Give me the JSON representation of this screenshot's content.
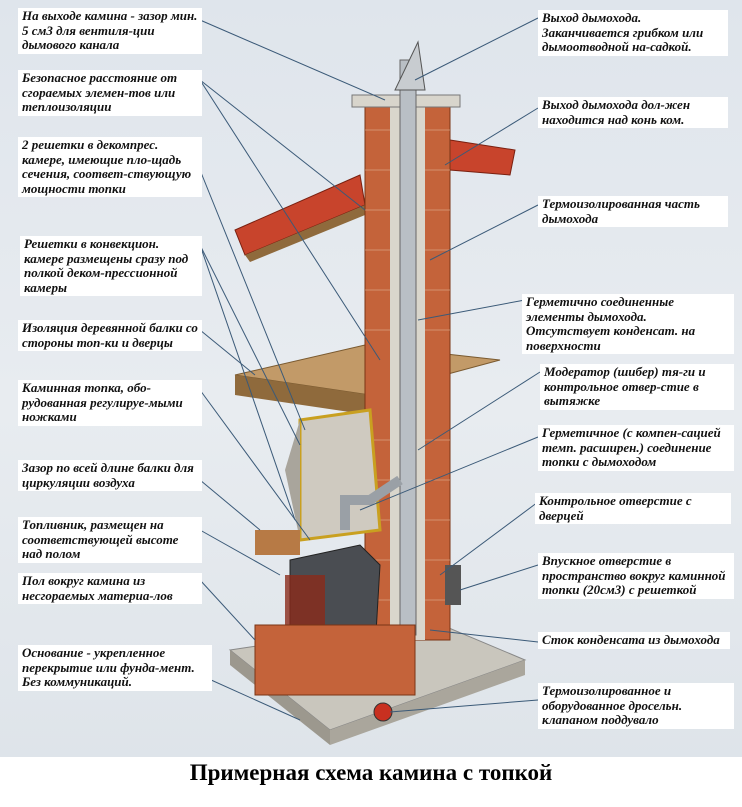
{
  "title": "Примерная схема камина с топкой",
  "left_labels": [
    "На выходе камина - зазор мин. 5 см3 для вентиля-ции дымового канала",
    "Безопасное расстояние от сгораемых элемен-тов или теплоизоляции",
    "2 решетки в декомпрес. камере, имеющие пло-щадь сечения, соответ-ствующую мощности топки",
    "Решетки в конвекцион. камере размещены сразу под полкой деком-прессионной камеры",
    "Изоляция деревянной балки со стороны топ-ки и дверцы",
    "Каминная топка, обо-рудованная регулируе-мыми ножками",
    "Зазор по всей длине балки для циркуляции воздуха",
    "Топливник, размещен на соответствующей высоте над полом",
    "Пол вокруг камина из несгораемых материа-лов",
    "Основание - укрепленное перекрытие или фунда-мент. Без коммуникаций."
  ],
  "right_labels": [
    "Выход дымохода. Заканчивается грибком или дымоотводной на-садкой.",
    "Выход дымохода дол-жен находится над конь ком.",
    "Термоизолированная часть дымохода",
    "Герметично соединенные элементы дымохода. Отсутствует конденсат. на поверхности",
    "Модератор (шибер) тя-ги и контрольное отвер-стие в вытяжке",
    "Герметичное (с компен-сацией темп. расширен.) соединение топки с дымоходом",
    "Контрольное отверстие с дверцей",
    "Впускное отверстие в пространство вокруг каминной топки (20см3) с решеткой",
    "Сток конденсата из дымохода",
    "Термоизолированное и оборудованное дросельн. клапаном поддувало"
  ],
  "colors": {
    "brick": "#c4633a",
    "tile": "#c8442c",
    "wood": "#b98a55",
    "steel": "#b9bfc5",
    "firebox": "#4a4d52"
  }
}
